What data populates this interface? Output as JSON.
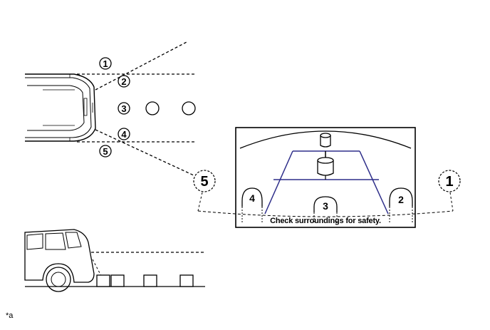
{
  "top_view": {
    "zone_labels": [
      "1",
      "2",
      "3",
      "4",
      "5"
    ]
  },
  "camera_view": {
    "zone_labels": [
      "1",
      "2",
      "3",
      "4",
      "5"
    ],
    "message": "Check surroundings for safety.",
    "line_color": "#2e2e8a"
  },
  "footnote": "*a"
}
